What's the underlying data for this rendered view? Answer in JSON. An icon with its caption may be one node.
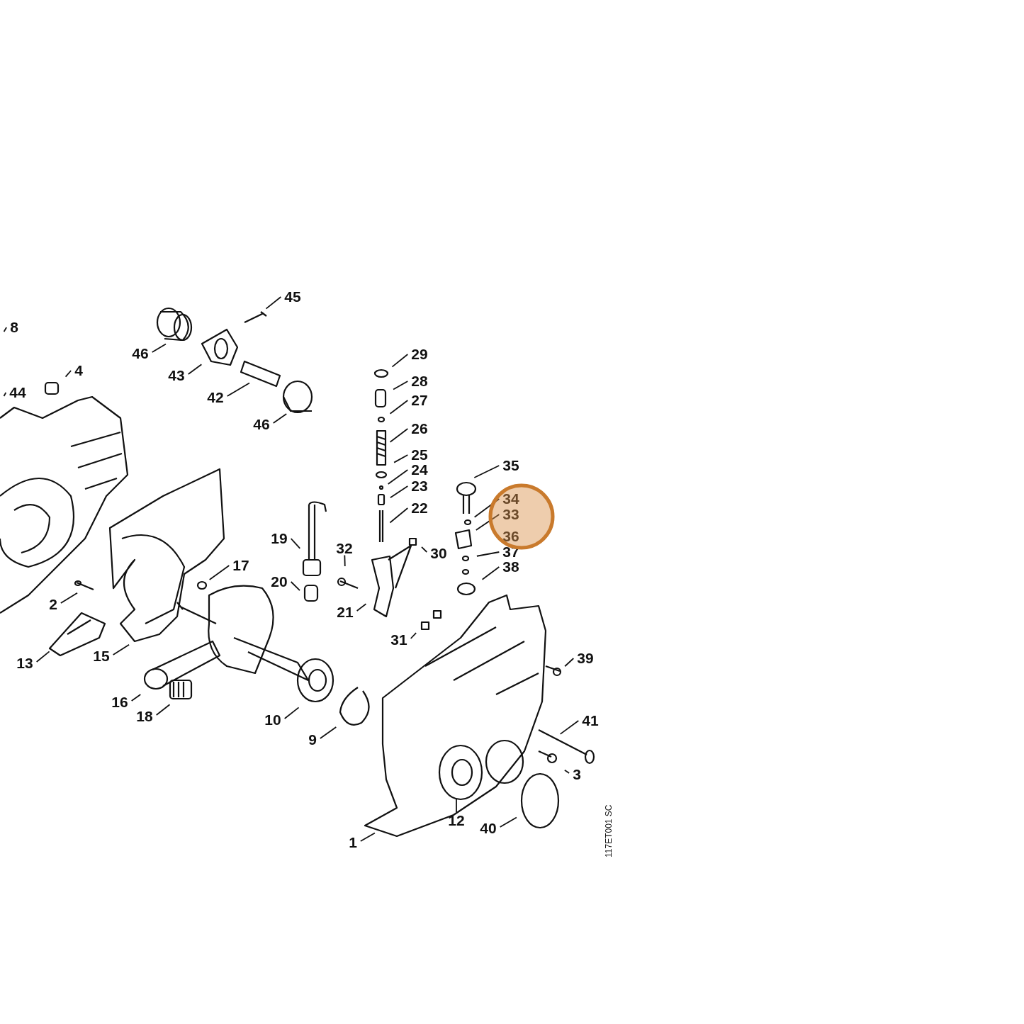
{
  "diagram": {
    "nodes": [
      {
        "text": [
          "45"
        ]
      },
      {
        "text": [
          "8"
        ]
      },
      {
        "text": [
          "29"
        ]
      },
      {
        "text": [
          "46"
        ]
      },
      {
        "text": [
          "4"
        ]
      },
      {
        "text": [
          "43"
        ]
      },
      {
        "text": [
          "28"
        ]
      },
      {
        "text": [
          "44"
        ]
      },
      {
        "text": [
          "42"
        ]
      },
      {
        "text": [
          "27"
        ]
      },
      {
        "text": [
          "46"
        ]
      },
      {
        "text": [
          "26"
        ]
      },
      {
        "text": [
          "25"
        ]
      },
      {
        "text": [
          "35"
        ]
      },
      {
        "text": [
          "24"
        ]
      },
      {
        "text": [
          "23"
        ]
      },
      {
        "text": [
          "34"
        ]
      },
      {
        "text": [
          "22"
        ]
      },
      {
        "text": [
          "33"
        ]
      },
      {
        "text": [
          "19"
        ]
      },
      {
        "text": [
          "32"
        ]
      },
      {
        "text": [
          "30"
        ]
      },
      {
        "text": [
          "37"
        ]
      },
      {
        "text": [
          "17"
        ]
      },
      {
        "text": [
          "38"
        ]
      },
      {
        "text": [
          "20"
        ]
      },
      {
        "text": [
          "2"
        ]
      },
      {
        "text": [
          "21"
        ]
      },
      {
        "text": [
          "31"
        ]
      },
      {
        "text": [
          "15"
        ]
      },
      {
        "text": [
          "39"
        ]
      },
      {
        "text": [
          "13"
        ]
      },
      {
        "text": [
          "16"
        ]
      },
      {
        "text": [
          "18"
        ]
      },
      {
        "text": [
          "10"
        ]
      },
      {
        "text": [
          "41"
        ]
      },
      {
        "text": [
          "9"
        ]
      },
      {
        "text": [
          "3"
        ]
      },
      {
        "text": [
          "12"
        ]
      },
      {
        "text": [
          "40"
        ]
      },
      {
        "text": [
          "1"
        ]
      }
    ],
    "edges": [
      {
        "from": 0,
        "to": null,
        "arrow": "none"
      },
      {
        "from": 1,
        "to": null,
        "arrow": "none"
      },
      {
        "from": 2,
        "to": null,
        "arrow": "none"
      },
      {
        "from": 3,
        "to": null,
        "arrow": "none"
      },
      {
        "from": 4,
        "to": null,
        "arrow": "none"
      },
      {
        "from": 5,
        "to": null,
        "arrow": "none"
      },
      {
        "from": 6,
        "to": null,
        "arrow": "none"
      },
      {
        "from": 7,
        "to": null,
        "arrow": "none"
      },
      {
        "from": 8,
        "to": null,
        "arrow": "none"
      },
      {
        "from": 9,
        "to": null,
        "arrow": "none"
      },
      {
        "from": 10,
        "to": null,
        "arrow": "none"
      },
      {
        "from": 11,
        "to": null,
        "arrow": "none"
      },
      {
        "from": 12,
        "to": null,
        "arrow": "none"
      },
      {
        "from": 13,
        "to": null,
        "arrow": "none"
      },
      {
        "from": 14,
        "to": null,
        "arrow": "none"
      },
      {
        "from": 15,
        "to": null,
        "arrow": "none"
      },
      {
        "from": 16,
        "to": null,
        "arrow": "none"
      },
      {
        "from": 17,
        "to": null,
        "arrow": "none"
      },
      {
        "from": 18,
        "to": null,
        "arrow": "none"
      },
      {
        "from": 19,
        "to": null,
        "arrow": "none"
      },
      {
        "from": 20,
        "to": null,
        "arrow": "none"
      },
      {
        "from": 21,
        "to": null,
        "arrow": "none"
      },
      {
        "from": 22,
        "to": null,
        "arrow": "none"
      },
      {
        "from": 23,
        "to": null,
        "arrow": "none"
      },
      {
        "from": 24,
        "to": null,
        "arrow": "none"
      },
      {
        "from": 25,
        "to": null,
        "arrow": "none"
      },
      {
        "from": 26,
        "to": null,
        "arrow": "none"
      },
      {
        "from": 27,
        "to": null,
        "arrow": "none"
      },
      {
        "from": 28,
        "to": null,
        "arrow": "none"
      },
      {
        "from": 29,
        "to": null,
        "arrow": "none"
      },
      {
        "from": 30,
        "to": null,
        "arrow": "none"
      },
      {
        "from": 31,
        "to": null,
        "arrow": "none"
      },
      {
        "from": 32,
        "to": null,
        "arrow": "none"
      },
      {
        "from": 33,
        "to": null,
        "arrow": "none"
      },
      {
        "from": 34,
        "to": null,
        "arrow": "none"
      },
      {
        "from": 35,
        "to": null,
        "arrow": "none"
      },
      {
        "from": 36,
        "to": null,
        "arrow": "none"
      },
      {
        "from": 37,
        "to": null,
        "arrow": "none"
      },
      {
        "from": 38,
        "to": null,
        "arrow": "none"
      },
      {
        "from": 39,
        "to": null,
        "arrow": "none"
      },
      {
        "from": 40,
        "to": null,
        "arrow": "none"
      }
    ],
    "labels": [
      "36",
      "117ET001 SC"
    ]
  }
}
